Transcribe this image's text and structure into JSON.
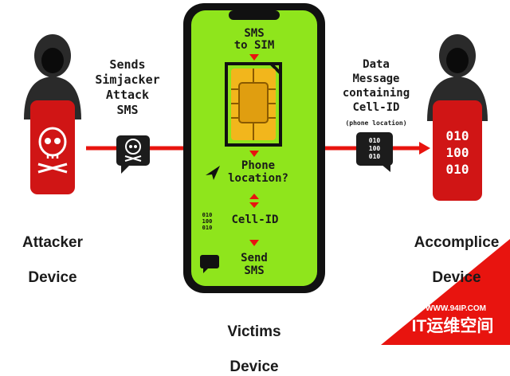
{
  "attacker": {
    "label_line1": "Attacker",
    "label_line2": "Device",
    "sends_text": "Sends\nSimjacker\nAttack\nSMS"
  },
  "victim": {
    "label_line1": "Victims",
    "label_line2": "Device",
    "steps": {
      "sms_to_sim": "SMS\nto SIM",
      "phone_location": "Phone\nlocation?",
      "cell_id": "Cell-ID",
      "send_sms": "Send\nSMS"
    },
    "binary_small": "010\n100\n010"
  },
  "accomplice": {
    "label_line1": "Accomplice",
    "label_line2": "Device",
    "binary": "010\n100\n010"
  },
  "data_message": {
    "text": "Data\nMessage\ncontaining\nCell-ID",
    "subtext": "(phone location)",
    "binary": "010\n100\n010"
  },
  "watermark": {
    "url": "WWW.94IP.COM",
    "brand": "IT运维空间"
  },
  "colors": {
    "red": "#e8140f",
    "phone_green": "#8fe51c",
    "phone_frame": "#111111",
    "device_red": "#d01515",
    "sim_gold": "#f2b61c"
  }
}
